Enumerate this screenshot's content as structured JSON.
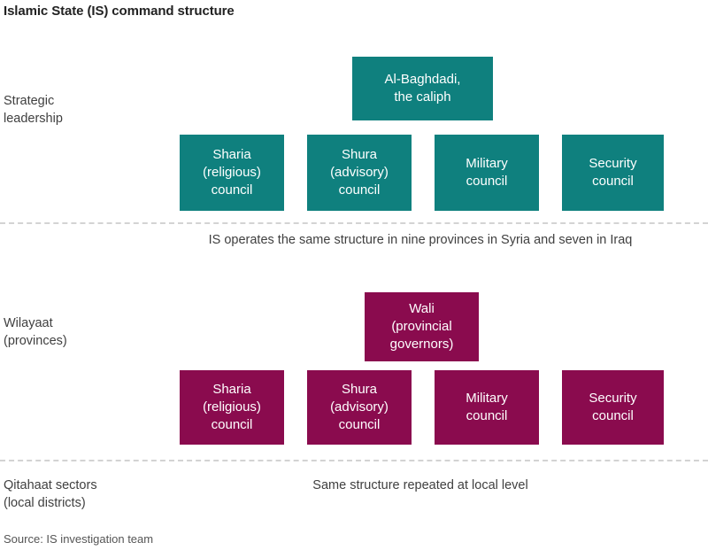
{
  "title": "Islamic State (IS) command structure",
  "source": "Source: IS investigation team",
  "colors": {
    "strategic": "#0f807e",
    "wilayaat": "#8a0b4e",
    "background": "#ffffff",
    "text": "#404040",
    "divider": "#d3d3d3"
  },
  "tiers": [
    {
      "id": "strategic",
      "label": "Strategic\nleadership",
      "leader": "Al-Baghdadi,\nthe caliph",
      "councils": [
        "Sharia\n(religious)\ncouncil",
        "Shura\n(advisory)\ncouncil",
        "Military\ncouncil",
        "Security\ncouncil"
      ]
    },
    {
      "id": "wilayaat",
      "label": "Wilayaat\n(provinces)",
      "leader": "Wali\n(provincial\ngovernors)",
      "councils": [
        "Sharia\n(religious)\ncouncil",
        "Shura\n(advisory)\ncouncil",
        "Military\ncouncil",
        "Security\ncouncil"
      ]
    },
    {
      "id": "qitahaat",
      "label": "Qitahaat sectors\n(local districts)",
      "leader": "",
      "councils": []
    }
  ],
  "notes": {
    "provinces": "IS operates the same structure in nine\nprovinces in Syria and seven in Iraq",
    "local": "Same structure repeated at local level"
  }
}
